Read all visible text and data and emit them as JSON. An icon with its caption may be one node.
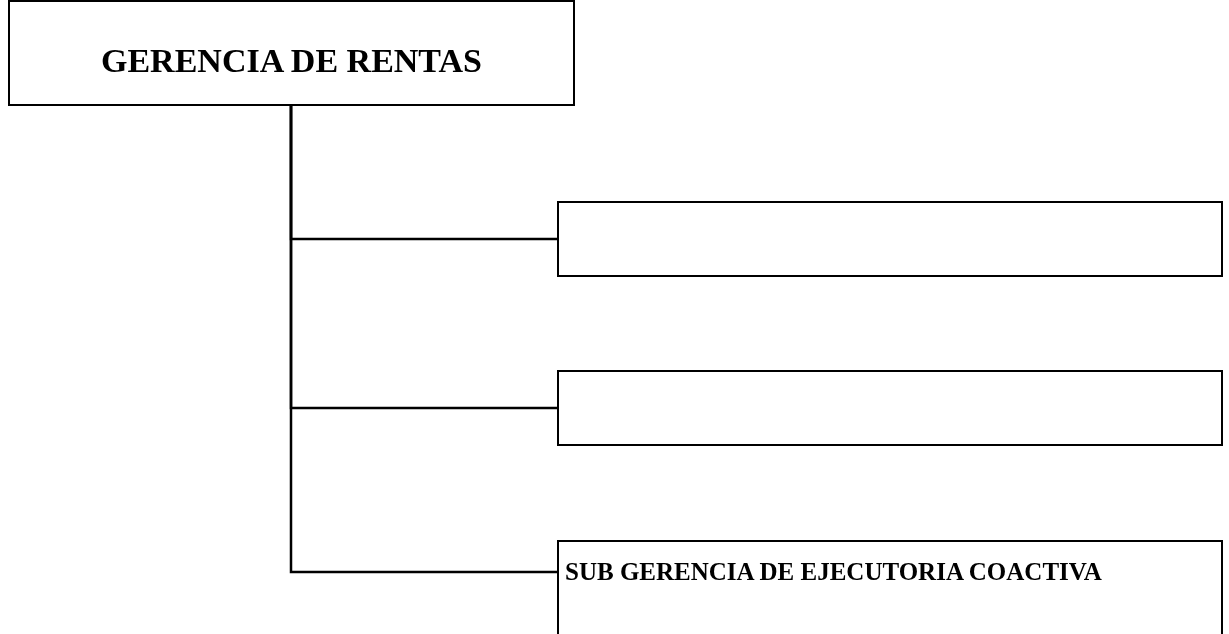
{
  "diagram": {
    "nodes": [
      {
        "text": [
          "GERENCIA DE RENTAS"
        ]
      },
      {
        "text": [],
        "shape": "box"
      },
      {
        "text": [],
        "shape": "box"
      },
      {
        "text": [
          "SUB GERENCIA DE EJECUTORIA COACTIVA"
        ]
      }
    ],
    "edges": [
      {
        "from": 0,
        "to": 1,
        "arrow": "none"
      },
      {
        "from": 0,
        "to": 2,
        "arrow": "none"
      },
      {
        "from": 0,
        "to": 3,
        "arrow": "none"
      }
    ]
  }
}
